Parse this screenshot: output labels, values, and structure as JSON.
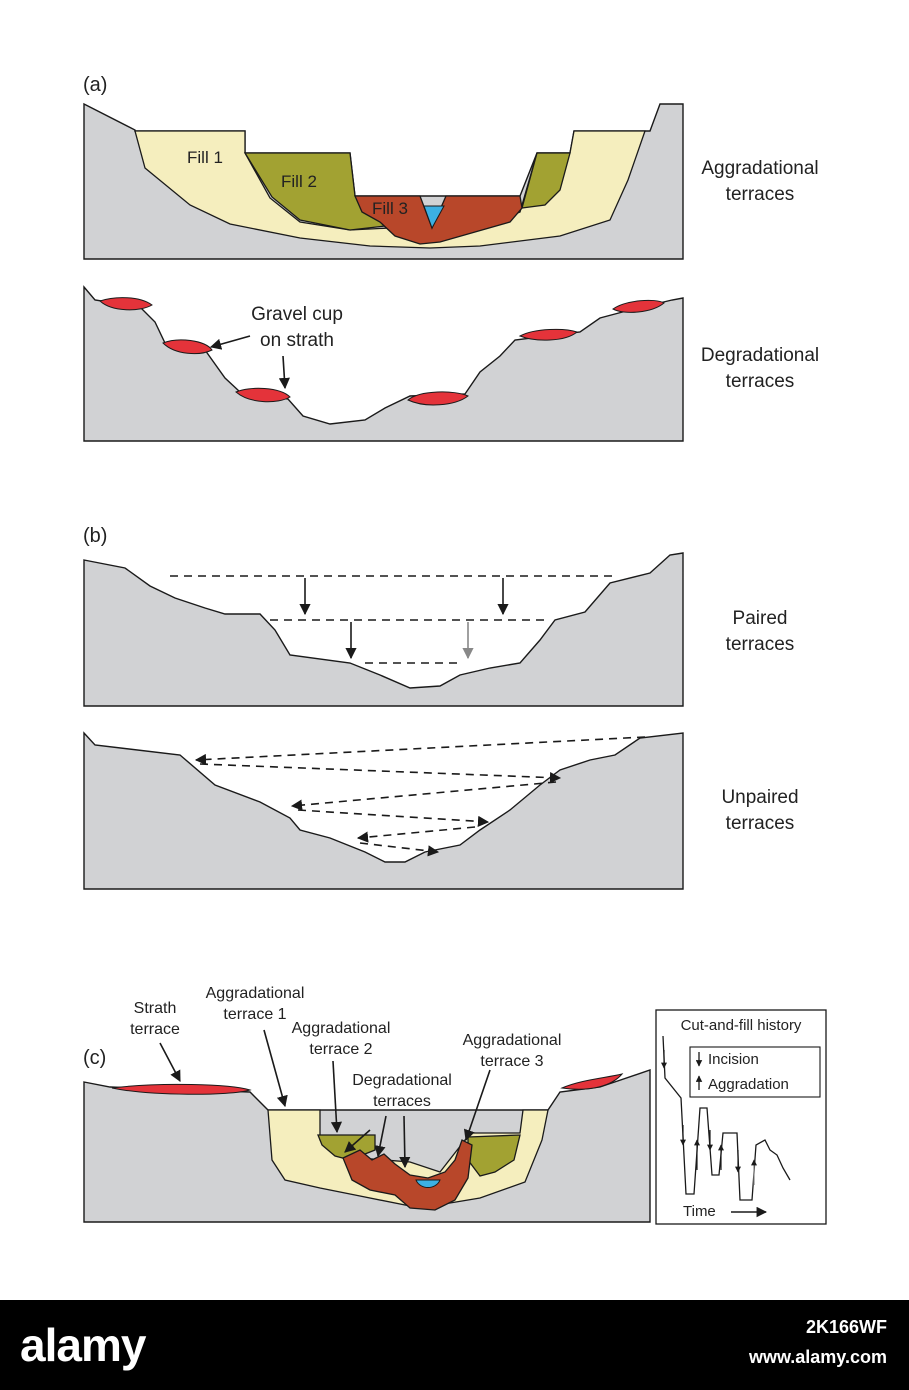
{
  "colors": {
    "bedrock": "#d1d2d4",
    "fill1": "#f5eebe",
    "fill2": "#a2a232",
    "fill3": "#b8472a",
    "water": "#3cb0e3",
    "gravel": "#e4333a",
    "outline": "#1a1a1a",
    "footer_bg": "#000000",
    "footer_text": "#ffffff"
  },
  "panel_a": {
    "letter": "(a)",
    "fill1_label": "Fill 1",
    "fill2_label": "Fill 2",
    "fill3_label": "Fill 3",
    "aggradational_line1": "Aggradational",
    "aggradational_line2": "terraces",
    "gravel_line1": "Gravel cup",
    "gravel_line2": "on strath",
    "degradational_line1": "Degradational",
    "degradational_line2": "terraces"
  },
  "panel_b": {
    "letter": "(b)",
    "paired_line1": "Paired",
    "paired_line2": "terraces",
    "unpaired_line1": "Unpaired",
    "unpaired_line2": "terraces"
  },
  "panel_c": {
    "letter": "(c)",
    "strath_line1": "Strath",
    "strath_line2": "terrace",
    "agg1_line1": "Aggradational",
    "agg1_line2": "terrace 1",
    "agg2_line1": "Aggradational",
    "agg2_line2": "terrace 2",
    "degr_line1": "Degradational",
    "degr_line2": "terraces",
    "agg3_line1": "Aggradational",
    "agg3_line2": "terrace 3",
    "inset_title": "Cut-and-fill history",
    "legend_incision": "Incision",
    "legend_aggradation": "Aggradation",
    "time_label": "Time"
  },
  "footer": {
    "logo": "alamy",
    "image_id": "2K166WF",
    "url": "www.alamy.com"
  }
}
